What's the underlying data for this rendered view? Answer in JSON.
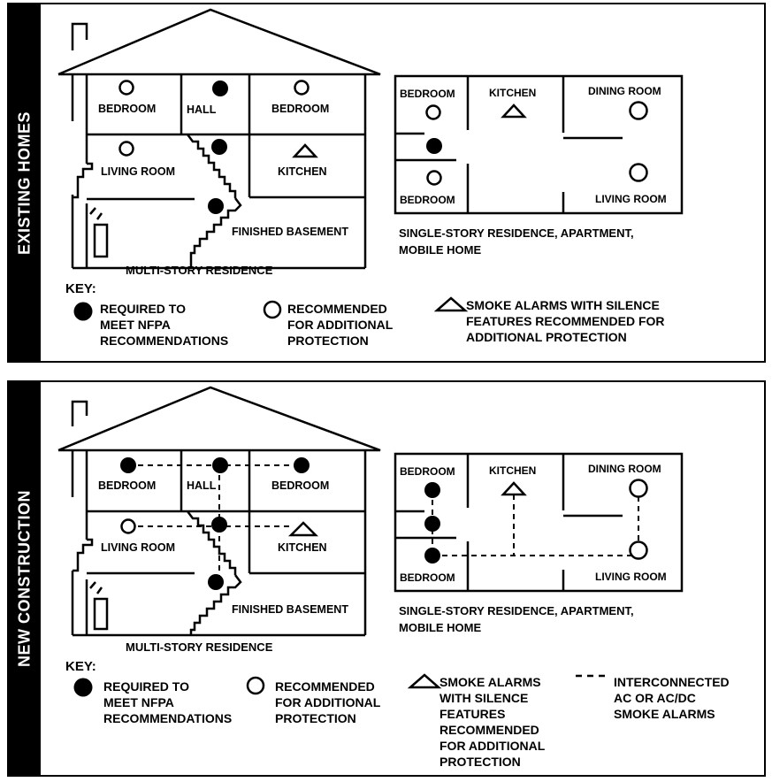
{
  "existing": {
    "side_label": "EXISTING HOMES",
    "multi": {
      "rooms": {
        "bedroom_left": "BEDROOM",
        "hall": "HALL",
        "bedroom_right": "BEDROOM",
        "living_room": "LIVING ROOM",
        "kitchen": "KITCHEN",
        "finished_basement": "FINISHED BASEMENT"
      },
      "caption": "MULTI-STORY RESIDENCE"
    },
    "single": {
      "rooms": {
        "bedroom_top": "BEDROOM",
        "kitchen": "KITCHEN",
        "dining_room": "DINING ROOM",
        "bedroom_bottom": "BEDROOM",
        "living_room": "LIVING ROOM"
      },
      "caption_line1": "SINGLE-STORY RESIDENCE, APARTMENT,",
      "caption_line2": "MOBILE HOME"
    },
    "key": {
      "title": "KEY:",
      "required": [
        "REQUIRED TO",
        "MEET NFPA",
        "RECOMMENDATIONS"
      ],
      "recommended": [
        "RECOMMENDED",
        "FOR ADDITIONAL",
        "PROTECTION"
      ],
      "silence": [
        "SMOKE ALARMS WITH SILENCE",
        "FEATURES RECOMMENDED FOR",
        "ADDITIONAL PROTECTION"
      ]
    }
  },
  "new_construction": {
    "side_label": "NEW CONSTRUCTION",
    "multi": {
      "rooms": {
        "bedroom_left": "BEDROOM",
        "hall": "HALL",
        "bedroom_right": "BEDROOM",
        "living_room": "LIVING ROOM",
        "kitchen": "KITCHEN",
        "finished_basement": "FINISHED BASEMENT"
      },
      "caption": "MULTI-STORY RESIDENCE"
    },
    "single": {
      "rooms": {
        "bedroom_top": "BEDROOM",
        "kitchen": "KITCHEN",
        "dining_room": "DINING ROOM",
        "bedroom_bottom": "BEDROOM",
        "living_room": "LIVING ROOM"
      },
      "caption_line1": "SINGLE-STORY RESIDENCE, APARTMENT,",
      "caption_line2": "MOBILE HOME"
    },
    "key": {
      "title": "KEY:",
      "required": [
        "REQUIRED TO",
        "MEET NFPA",
        "RECOMMENDATIONS"
      ],
      "recommended": [
        "RECOMMENDED",
        "FOR ADDITIONAL",
        "PROTECTION"
      ],
      "silence": [
        "SMOKE ALARMS",
        "WITH SILENCE",
        "FEATURES",
        "RECOMMENDED",
        "FOR ADDITIONAL",
        "PROTECTION"
      ],
      "interconnected": [
        "INTERCONNECTED",
        "AC OR AC/DC",
        "SMOKE ALARMS"
      ]
    }
  },
  "icons": {
    "required": "filled-circle-icon",
    "recommended": "open-circle-icon",
    "silence": "triangle-icon",
    "interconnect": "dashed-line-icon"
  },
  "colors": {
    "ink": "#000000",
    "background": "#ffffff"
  }
}
